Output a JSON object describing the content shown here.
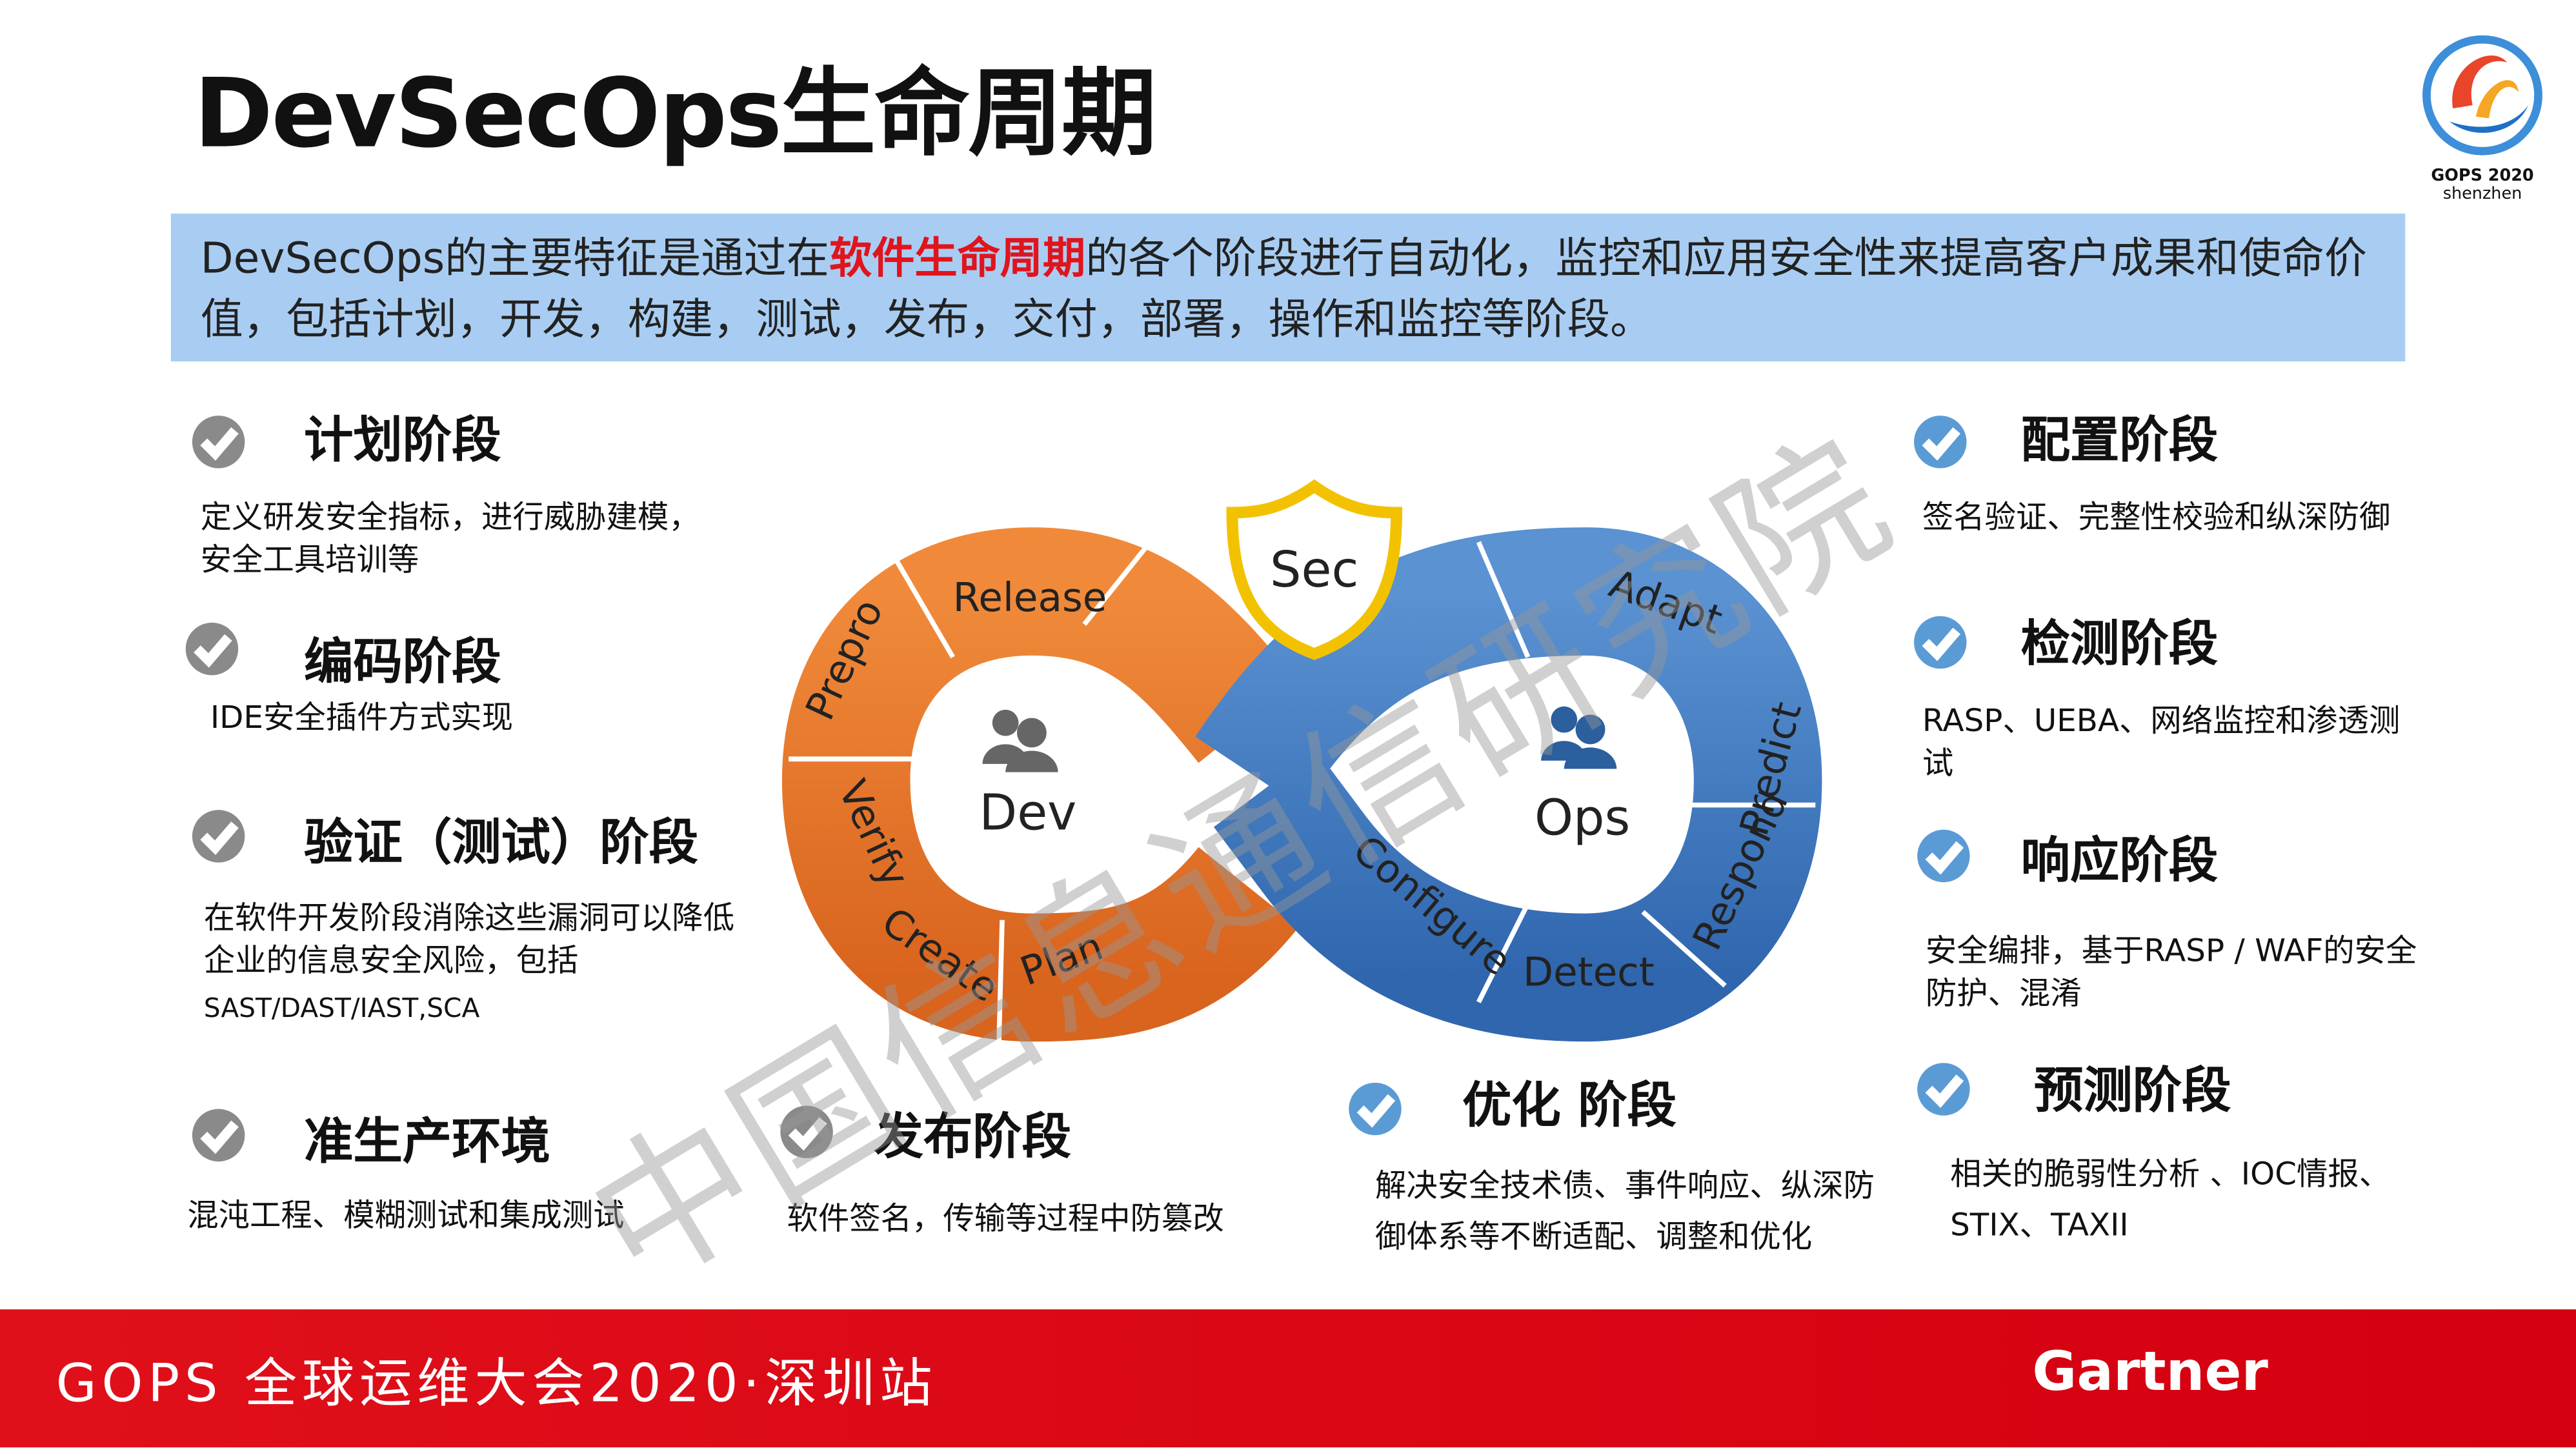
{
  "title": "DevSecOps生命周期",
  "intro": {
    "before": "DevSecOps的主要特征是通过在",
    "highlight": "软件生命周期",
    "after": "的各个阶段进行自动化，监控和应用安全性来提高客户成果和使命价值，包括计划，开发，构建，测试，发布，交付，部署，操作和监控等阶段。"
  },
  "logo": {
    "line1": "GOPS 2020",
    "line2": "shenzhen"
  },
  "watermark": "中国信息通信研究院",
  "colors": {
    "dev_orange": "#e8762d",
    "ops_blue": "#3f7cc4",
    "footer_red": "#dd0c18",
    "intro_bg": "#a9cdf2",
    "highlight_red": "#e0141d",
    "check_gray": "#8a8a8a",
    "check_blue": "#5b9bd5"
  },
  "left_stages": [
    {
      "title": "计划阶段",
      "desc": "定义研发安全指标，进行威胁建模，安全工具培训等",
      "icon": "check-gray-icon"
    },
    {
      "title": "编码阶段",
      "desc": "IDE安全插件方式实现",
      "icon": "check-gray-icon"
    },
    {
      "title": "验证（测试）阶段",
      "desc": "在软件开发阶段消除这些漏洞可以降低企业的信息安全风险，包括",
      "desc2": "SAST/DAST/IAST,SCA",
      "icon": "check-gray-icon"
    }
  ],
  "bottom_stages": [
    {
      "title": "准生产环境",
      "desc": "混沌工程、模糊测试和集成测试",
      "icon": "check-gray-icon"
    },
    {
      "title": "发布阶段",
      "desc": "软件签名，传输等过程中防篡改",
      "icon": "check-gray-icon"
    },
    {
      "title": "优化 阶段",
      "desc": "解决安全技术债、事件响应、纵深防御体系等不断适配、调整和优化",
      "icon": "check-blue-icon"
    }
  ],
  "right_stages": [
    {
      "title": "配置阶段",
      "desc": "签名验证、完整性校验和纵深防御",
      "icon": "check-blue-icon"
    },
    {
      "title": "检测阶段",
      "desc": "RASP、UEBA、网络监控和渗透测试",
      "icon": "check-blue-icon"
    },
    {
      "title": "响应阶段",
      "desc": "安全编排，基于RASP / WAF的安全防护、混淆",
      "icon": "check-blue-icon"
    },
    {
      "title": "预测阶段",
      "desc": "相关的脆弱性分析 、IOC情报、STIX、TAXII",
      "icon": "check-blue-icon"
    }
  ],
  "diagram": {
    "dev_label": "Dev",
    "ops_label": "Ops",
    "sec_label": "Sec",
    "dev_segments": [
      "Release",
      "Prepro",
      "Verify",
      "Create",
      "Plan"
    ],
    "ops_segments": [
      "Adapt",
      "Predict",
      "Respond",
      "Detect",
      "Configure"
    ]
  },
  "footer": {
    "left": "GOPS 全球运维大会2020·深圳站",
    "right": "Gartner"
  }
}
